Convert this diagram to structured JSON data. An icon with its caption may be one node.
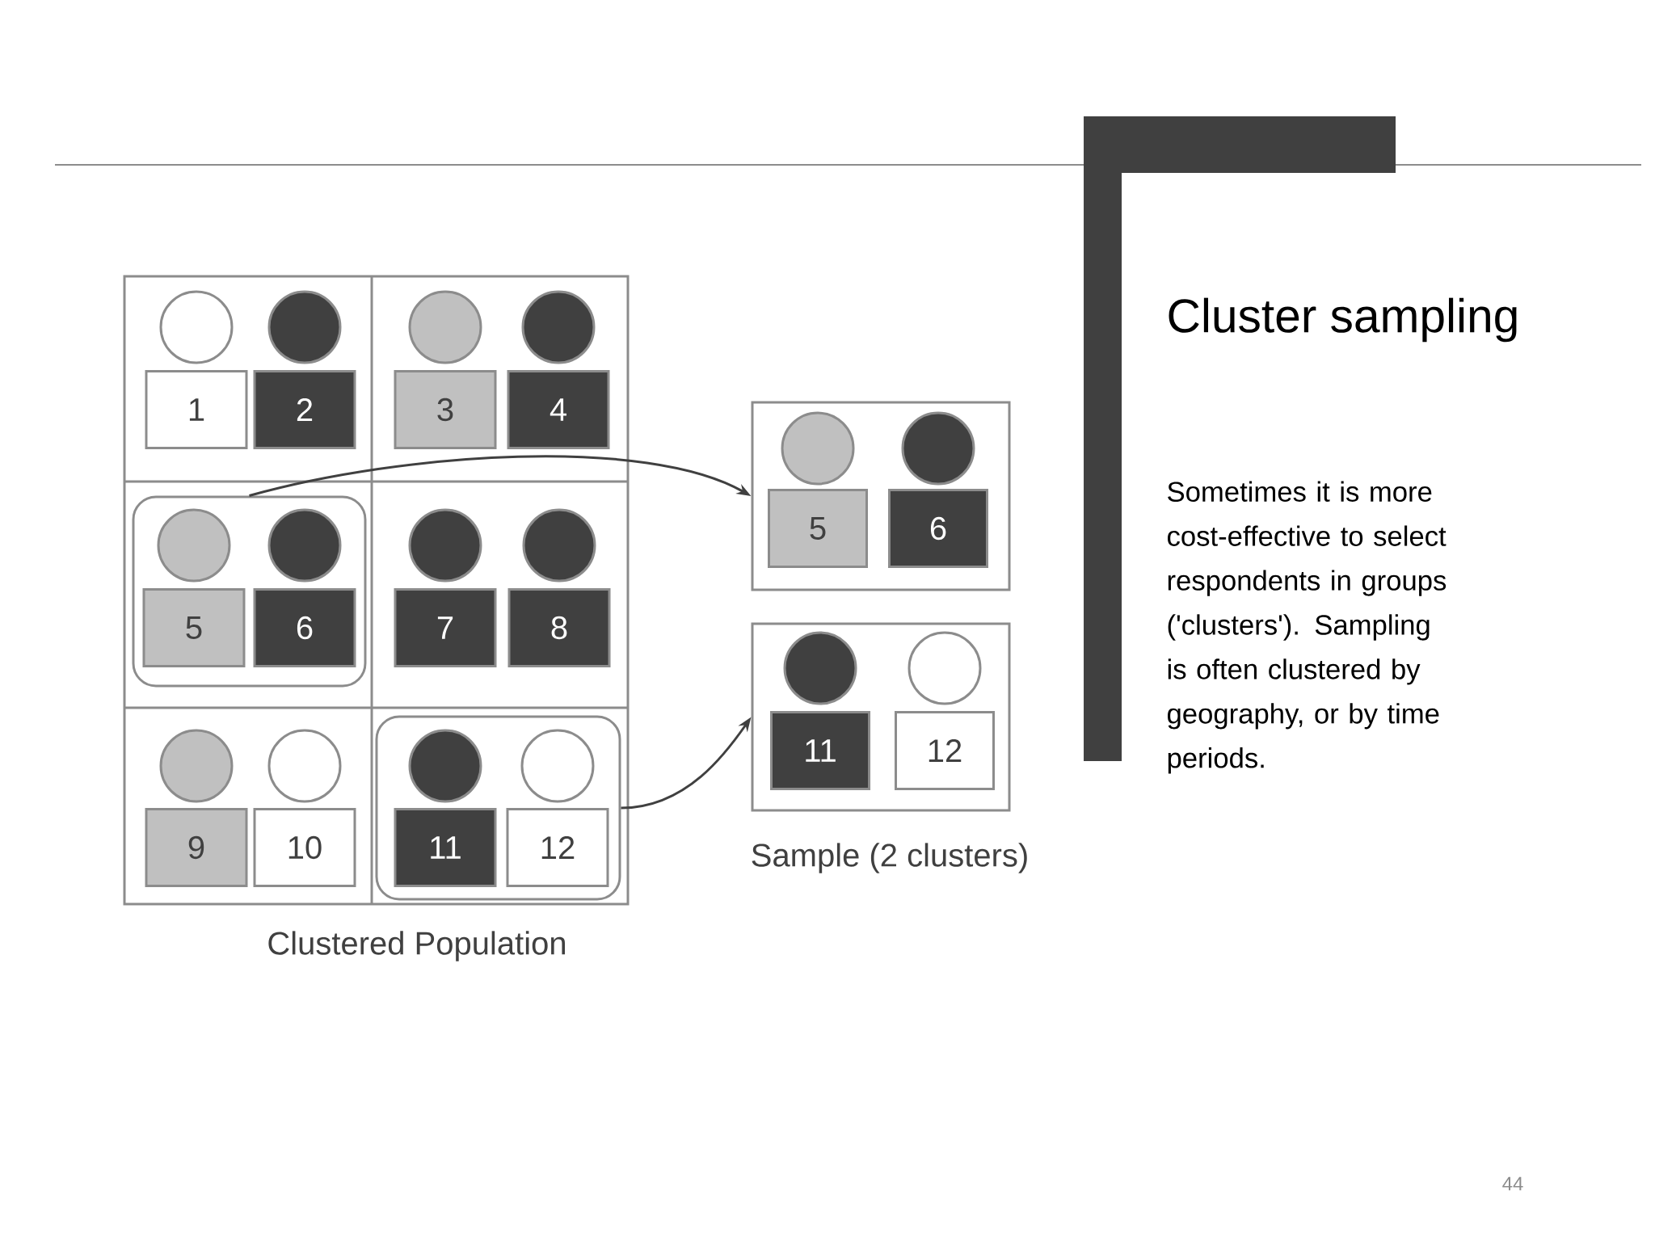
{
  "diagram": {
    "title": "Cluster sampling",
    "nodes": [
      {
        "text": [],
        "shape": "box",
        "beside": [
          "Clustered Population"
        ]
      },
      {
        "text": [],
        "shape": "circle",
        "in": 0
      },
      {
        "text": [],
        "shape": "circle",
        "in": 0
      },
      {
        "text": [],
        "shape": "circle",
        "in": 0
      },
      {
        "text": [],
        "shape": "circle",
        "in": 0
      },
      {
        "text": [
          "1"
        ],
        "in": 0
      },
      {
        "text": [
          "2"
        ],
        "in": 0
      },
      {
        "text": [
          "3"
        ],
        "in": 0
      },
      {
        "text": [
          "4"
        ],
        "in": 0
      },
      {
        "text": [],
        "shape": "box",
        "in": 0
      },
      {
        "text": [],
        "shape": "circle",
        "in": 9
      },
      {
        "text": [],
        "shape": "circle",
        "in": 9
      },
      {
        "text": [
          "5"
        ],
        "in": 9
      },
      {
        "text": [
          "6"
        ],
        "in": 9
      },
      {
        "text": [],
        "shape": "circle",
        "in": 0
      },
      {
        "text": [],
        "shape": "circle",
        "in": 0
      },
      {
        "text": [
          "7"
        ],
        "in": 0
      },
      {
        "text": [
          "8"
        ],
        "in": 0
      },
      {
        "text": [],
        "shape": "circle",
        "in": 0
      },
      {
        "text": [],
        "shape": "circle",
        "in": 0
      },
      {
        "text": [],
        "shape": "box",
        "in": 0
      },
      {
        "text": [],
        "shape": "circle",
        "in": 20
      },
      {
        "text": [],
        "shape": "circle",
        "in": 20
      },
      {
        "text": [
          "9"
        ],
        "in": 0
      },
      {
        "text": [
          "10"
        ],
        "in": 0
      },
      {
        "text": [
          "11"
        ],
        "in": 20
      },
      {
        "text": [
          "12"
        ],
        "in": 20
      },
      {
        "text": [],
        "shape": "box"
      },
      {
        "text": [],
        "shape": "circle",
        "in": 27
      },
      {
        "text": [],
        "shape": "circle",
        "in": 27
      },
      {
        "text": [
          "5"
        ],
        "in": 27
      },
      {
        "text": [
          "6"
        ],
        "in": 27
      },
      {
        "text": [],
        "shape": "box",
        "beside": [
          "Sample (2 clusters)"
        ]
      },
      {
        "text": [],
        "shape": "circle",
        "in": 32
      },
      {
        "text": [],
        "shape": "circle",
        "in": 32
      },
      {
        "text": [
          "11"
        ],
        "in": 32
      },
      {
        "text": [
          "12"
        ],
        "in": 32
      }
    ],
    "edges": [
      {
        "from": 9,
        "to": 27,
        "arrow": "to"
      },
      {
        "from": 20,
        "to": 32,
        "arrow": "to"
      }
    ],
    "labels": [
      "Sometimes it is more cost-effective to select respondents in groups ('clusters'). Sampling is often clustered by geography, or by time periods.",
      "44"
    ]
  }
}
